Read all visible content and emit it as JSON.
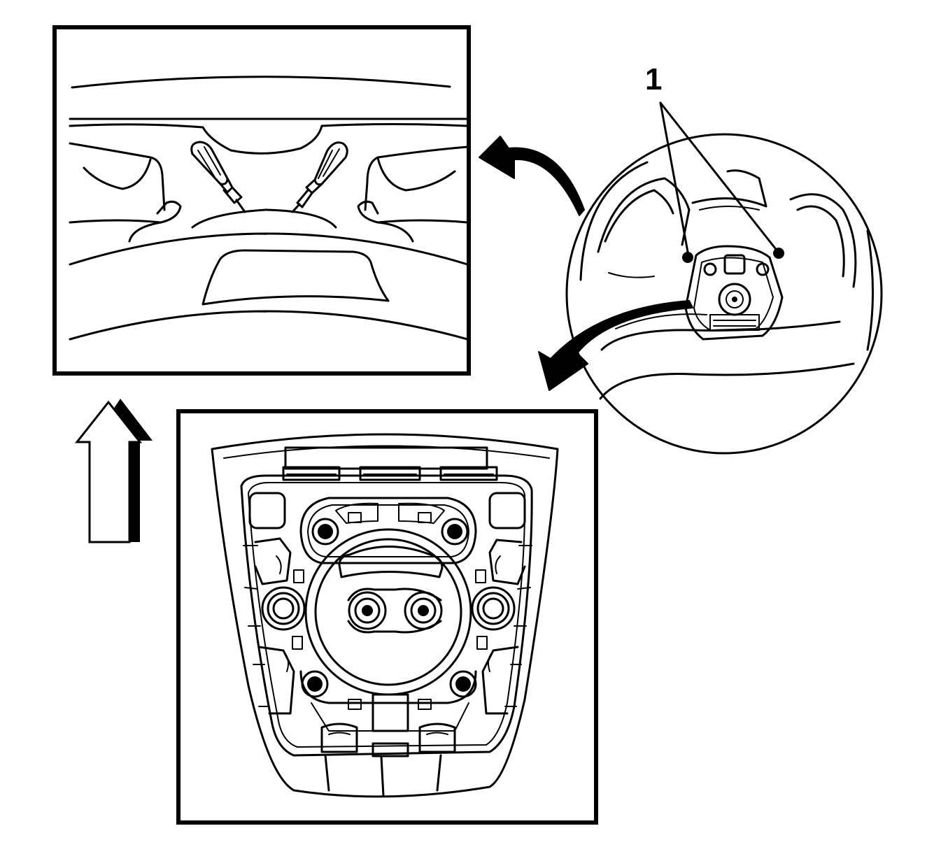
{
  "figure": {
    "callouts": [
      {
        "id": "1",
        "label": "1"
      }
    ],
    "panels": [
      {
        "id": "screwdriver-detail",
        "kind": "inset-frame"
      },
      {
        "id": "airbag-module-rear",
        "kind": "inset-frame"
      }
    ],
    "arrows": [
      {
        "id": "flip-arrow-top",
        "direction": "toward-screwdriver-detail"
      },
      {
        "id": "flip-arrow-bottom",
        "direction": "toward-airbag-module"
      },
      {
        "id": "block-arrow-up",
        "direction": "up"
      }
    ],
    "colors": {
      "ink": "#000000",
      "paper": "#ffffff"
    }
  }
}
